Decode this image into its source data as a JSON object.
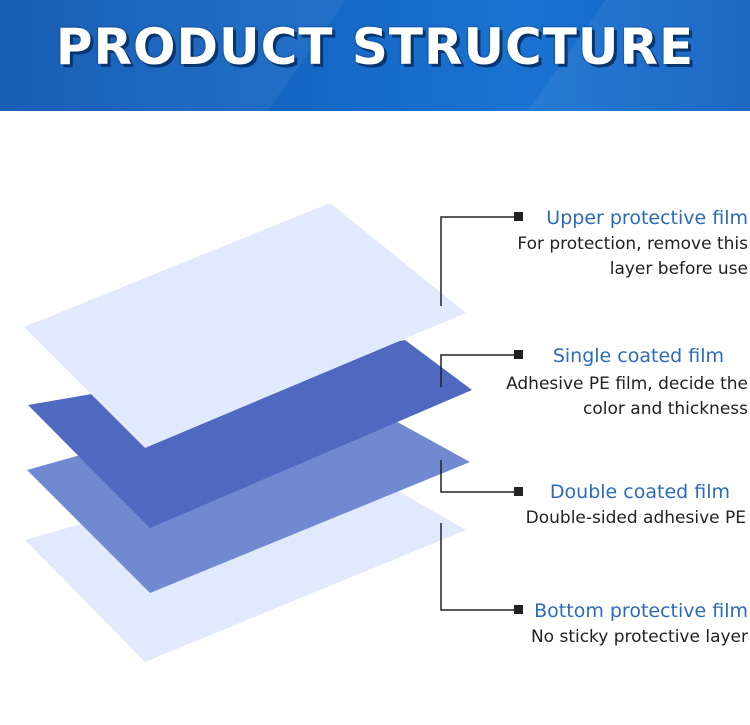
{
  "header": {
    "title": "PRODUCT STRUCTURE"
  },
  "colors": {
    "header_blue": "#1668c6",
    "label_blue": "#2c6bb8",
    "layer_pale": "#e1eafc",
    "layer_dark": "#4f68c0",
    "layer_mid": "#7189d0",
    "leader_line": "#222222"
  },
  "layers": [
    {
      "title": "Upper protective film",
      "description_lines": [
        "For protection, remove this",
        "layer before use"
      ]
    },
    {
      "title": "Single coated film",
      "description_lines": [
        "Adhesive PE film, decide the",
        "color and thickness"
      ]
    },
    {
      "title": "Double coated film",
      "description_lines": [
        "Double-sided adhesive PE"
      ]
    },
    {
      "title": "Bottom protective film",
      "description_lines": [
        "No sticky protective layer"
      ]
    }
  ]
}
